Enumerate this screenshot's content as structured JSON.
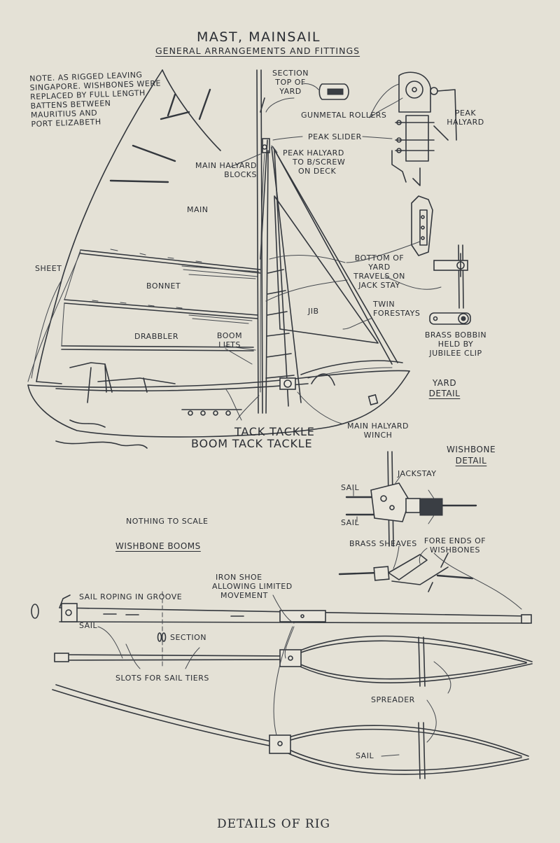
{
  "title": "MAST, MAINSAIL",
  "subtitle": "GENERAL ARRANGEMENTS AND FITTINGS",
  "note": [
    "NOTE. AS RIGGED LEAVING",
    "SINGAPORE. WISHBONES WERE",
    "REPLACED BY FULL LENGTH",
    "BATTENS BETWEEN",
    "MAURITIUS AND",
    "PORT ELIZABETH"
  ],
  "labels": {
    "section_top_of_yard": [
      "SECTION",
      "TOP OF",
      "YARD"
    ],
    "gunmetal_rollers": "GUNMETAL ROLLERS",
    "peak_halyard": [
      "PEAK",
      "HALYARD"
    ],
    "peak_slider": "PEAK SLIDER",
    "main_halyard_blocks": [
      "MAIN HALYARD",
      "BLOCKS"
    ],
    "peak_halyard_screw": [
      "PEAK HALYARD",
      "TO B/SCREW",
      "ON DECK"
    ],
    "main": "MAIN",
    "sheet": "SHEET",
    "bonnet": "BONNET",
    "drabbler": "DRABBLER",
    "jib": "JIB",
    "boom_lifts": [
      "BOOM",
      "LIFTS"
    ],
    "bottom_of_yard": [
      "BOTTOM OF",
      "YARD",
      "TRAVELS ON",
      "JACK STAY"
    ],
    "twin_forestays": [
      "TWIN",
      "FORESTAYS"
    ],
    "brass_bobbin": [
      "BRASS BOBBIN",
      "HELD BY",
      "JUBILEE CLIP"
    ],
    "yard_detail": [
      "YARD",
      "DETAIL"
    ],
    "tack_tackle": "TACK TACKLE",
    "boom_tack_tackle": "BOOM TACK TACKLE",
    "main_halyard_winch": [
      "MAIN HALYARD",
      "WINCH"
    ],
    "wishbone_detail": [
      "WISHBONE",
      "DETAIL"
    ],
    "jackstay": "JACKSTAY",
    "sail": "SAIL",
    "brass_sheaves": "BRASS SHEAVES",
    "fore_ends_of_wishbones": [
      "FORE ENDS OF",
      "WISHBONES"
    ],
    "nothing_to_scale": "NOTHING TO SCALE",
    "wishbone_booms": "WISHBONE BOOMS",
    "iron_shoe": [
      "IRON SHOE",
      "ALLOWING LIMITED",
      "MOVEMENT"
    ],
    "sail_roping": "SAIL ROPING IN GROOVE",
    "section": "SECTION",
    "slots_for_sail_tiers": "SLOTS FOR SAIL TIERS",
    "spreader": "SPREADER"
  },
  "caption": "DETAILS OF RIG",
  "colors": {
    "paper": "#e4e1d6",
    "ink": "#33373d"
  }
}
